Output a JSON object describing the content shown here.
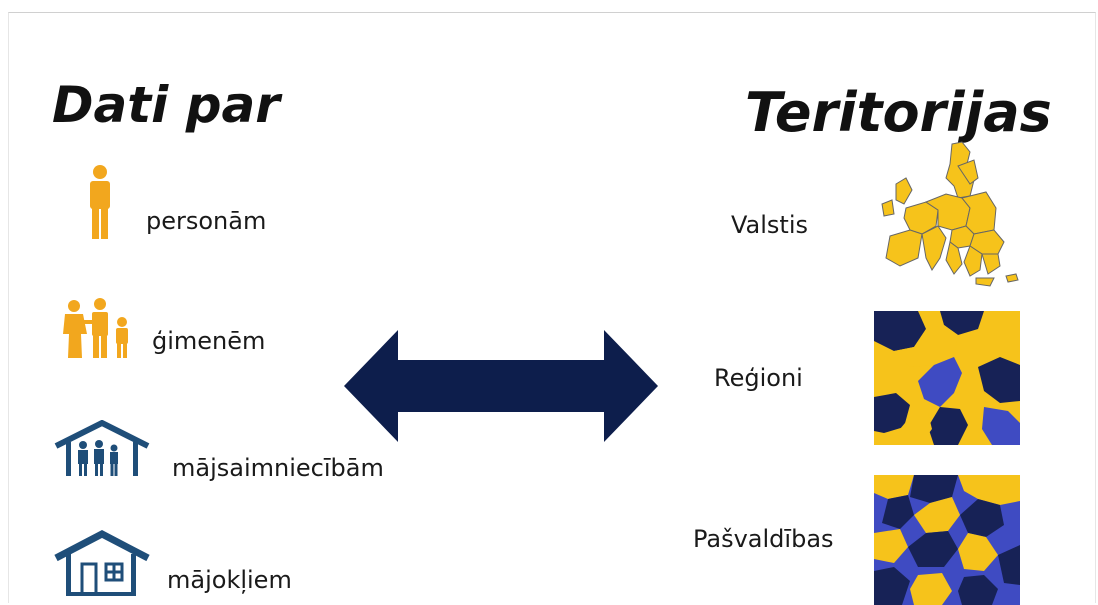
{
  "left": {
    "heading": "Dati par",
    "items": [
      {
        "label": "personām",
        "icon": "person-icon"
      },
      {
        "label": "ģimenēm",
        "icon": "family-icon"
      },
      {
        "label": "mājsaimniecībām",
        "icon": "household-icon"
      },
      {
        "label": "mājokļiem",
        "icon": "dwelling-icon"
      }
    ]
  },
  "right": {
    "heading": "Teritorijas",
    "items": [
      {
        "label": "Valstis",
        "icon": "europe-map-icon"
      },
      {
        "label": "Reģioni",
        "icon": "regions-map-icon"
      },
      {
        "label": "Pašvaldības",
        "icon": "municipalities-map-icon"
      }
    ]
  },
  "colors": {
    "orange": "#F2A71E",
    "navy": "#0D1E4C",
    "house_blue": "#1F4E79",
    "map_yellow": "#F6C31B",
    "map_navy": "#172256",
    "map_blue": "#3F4BC2"
  },
  "connector": "double-arrow-icon"
}
